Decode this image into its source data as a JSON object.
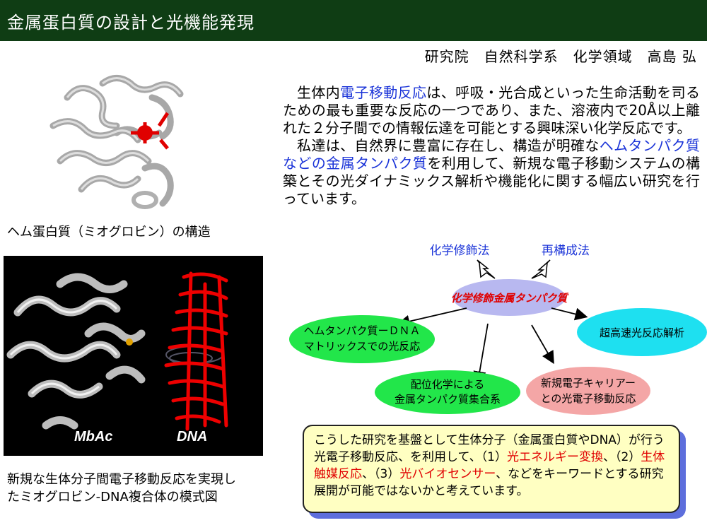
{
  "header": {
    "title": "金属蛋白質の設計と光機能発現"
  },
  "author": "研究院　自然科学系　化学領域　高島 弘",
  "figure1": {
    "caption": "ヘム蛋白質（ミオグロビン）の構造"
  },
  "figure2": {
    "label_left": "MbAc",
    "label_right": "DNA",
    "caption_line1": "新規な生体分子間電子移動反応を実現し",
    "caption_line2": "たミオグロビン-DNA複合体の模式図"
  },
  "intro": {
    "p1_a": "生体内",
    "p1_link": "電子移動反応",
    "p1_b": "は、呼吸・光合成といった生命活動を司るための最も重要な反応の一つであり、また、溶液内で20Å以上離れた２分子間での情報伝達を可能とする興味深い化学反応です。",
    "p2_a": "私達は、自然界に豊富に存在し、構造が明確な",
    "p2_link": "ヘムタンパク質などの金属タンパク質",
    "p2_b": "を利用して、新規な電子移動システムの構築とその光ダイナミックス解析や機能化に関する幅広い研究を行っています。"
  },
  "diagram": {
    "input_left": "化学修飾法",
    "input_right": "再構成法",
    "center": "化学修飾金属タンパク質",
    "node_left_line1": "ヘムタンパク質ーＤＮＡ",
    "node_left_line2": "マトリックスでの光反応",
    "node_right": "超高速光反応解析",
    "node_bl_line1": "配位化学による",
    "node_bl_line2": "金属タンパク質集合系",
    "node_br_line1": "新規電子キャリアー",
    "node_br_line2": "との光電子移動反応"
  },
  "summary": {
    "t1": "こうした研究を基盤として生体分子（金属蛋白質やDNA）が行う光電子移動反応、を利用して、（1）",
    "k1": "光エネルギー変換",
    "t2": "、（2）",
    "k2": "生体触媒反応",
    "t3": "、（3）",
    "k3": "光バイオセンサー",
    "t4": "、などをキーワードとする研究展開が可能ではないかと考えています。"
  },
  "colors": {
    "header_bg": "#0f3d14",
    "accent_blue": "#1a33d8",
    "accent_red": "#e00000",
    "center_node": "#b8b8f0",
    "green_node": "#22e64a",
    "cyan_node": "#1ee0f0",
    "pink_node": "#f4a6a6",
    "summary_bg": "#ffffc2"
  }
}
